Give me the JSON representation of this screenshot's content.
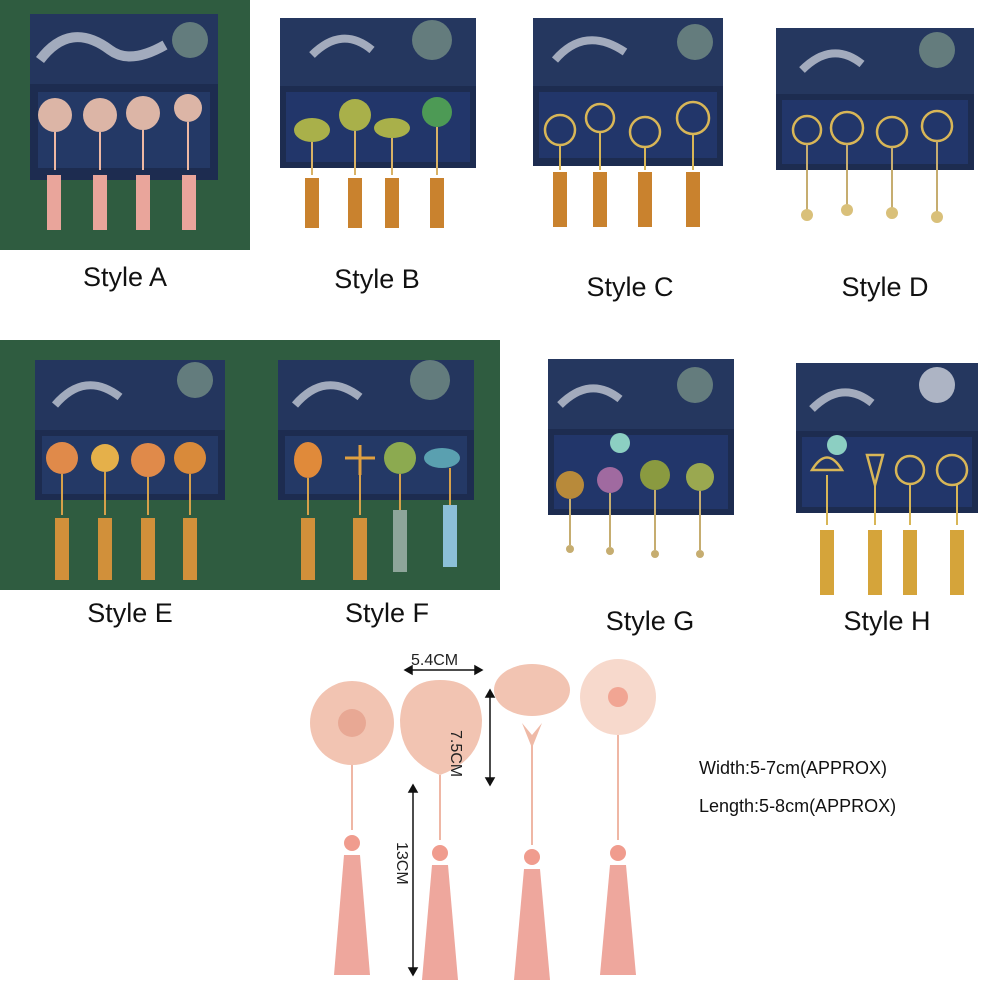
{
  "colors": {
    "green_bg": "#2c5a3e",
    "box_navy": "#1f2f55",
    "box_lid": "#2a3c63",
    "rose_gold": "#e8b39c",
    "gold": "#caa24a",
    "tassel_orange": "#c9822e",
    "tassel_pink": "#e9a49a",
    "tassel_gold": "#d5a43a"
  },
  "styles": [
    {
      "label": "Style A",
      "icon": "lotus-dandelion-leaf-flower-bookmarks"
    },
    {
      "label": "Style B",
      "icon": "lotus-clover-leaf-bookmarks"
    },
    {
      "label": "Style C",
      "icon": "golden-flower-bookmarks"
    },
    {
      "label": "Style D",
      "icon": "golden-flower-bead-bookmarks"
    },
    {
      "label": "Style E",
      "icon": "lotus-leaf-maple-bookmarks"
    },
    {
      "label": "Style F",
      "icon": "goldfish-dragonfly-bird-bookmarks"
    },
    {
      "label": "Style G",
      "icon": "chrysanthemum-bamboo-bookmarks"
    },
    {
      "label": "Style H",
      "icon": "ginkgo-feather-leaf-bookmarks"
    }
  ],
  "dimensions": {
    "width_label": "5.4CM",
    "height_label": "7.5CM",
    "length_label": "13CM"
  },
  "specs": {
    "width": "Width:5-7cm(APPROX)",
    "length": "Length:5-8cm(APPROX)"
  }
}
